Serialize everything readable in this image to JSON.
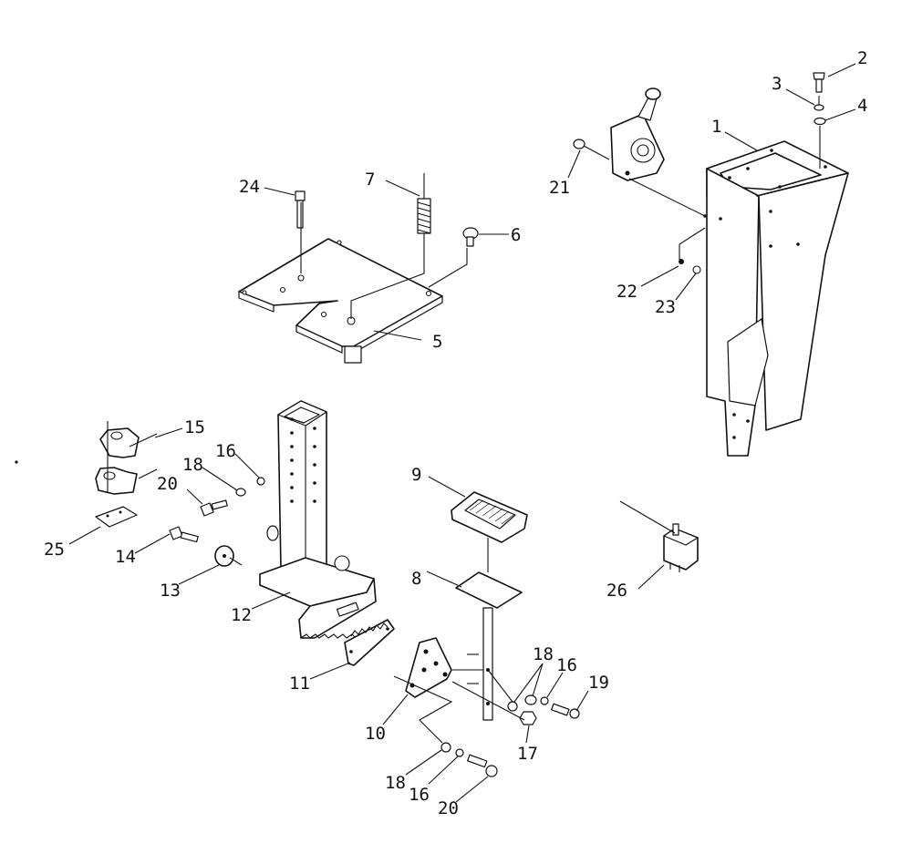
{
  "callouts": {
    "c1": "1",
    "c2": "2",
    "c3": "3",
    "c4": "4",
    "c5": "5",
    "c6": "6",
    "c7": "7",
    "c8": "8",
    "c9": "9",
    "c10": "10",
    "c11": "11",
    "c12": "12",
    "c13": "13",
    "c14": "14",
    "c15": "15",
    "c16a": "16",
    "c16b": "16",
    "c16c": "16",
    "c17": "17",
    "c18a": "18",
    "c18b": "18",
    "c18c": "18",
    "c19": "19",
    "c20a": "20",
    "c20b": "20",
    "c21": "21",
    "c22": "22",
    "c23": "23",
    "c24": "24",
    "c25": "25",
    "c26": "26"
  }
}
